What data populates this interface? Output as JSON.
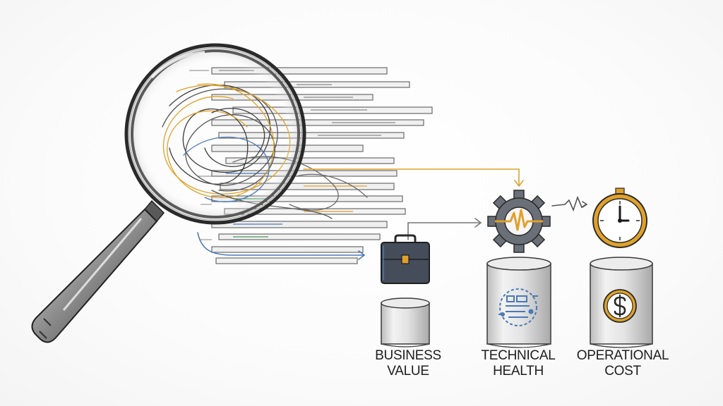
{
  "pillars": [
    {
      "line1": "BUSINESS",
      "line2": "VALUE",
      "icon": "briefcase-icon"
    },
    {
      "line1": "TECHNICAL",
      "line2": "HEALTH",
      "icon": "gear-pulse-icon"
    },
    {
      "line1": "OPERATIONAL",
      "line2": "COST",
      "icon": "clock-icon"
    }
  ],
  "base_icons": [
    "code-circuit-icon",
    "dollar-coin-icon"
  ],
  "colors": {
    "ink": "#2a2a2a",
    "accent_orange": "#e0a12a",
    "accent_blue": "#4a78b8",
    "cylinder": "#d8d8d8"
  }
}
